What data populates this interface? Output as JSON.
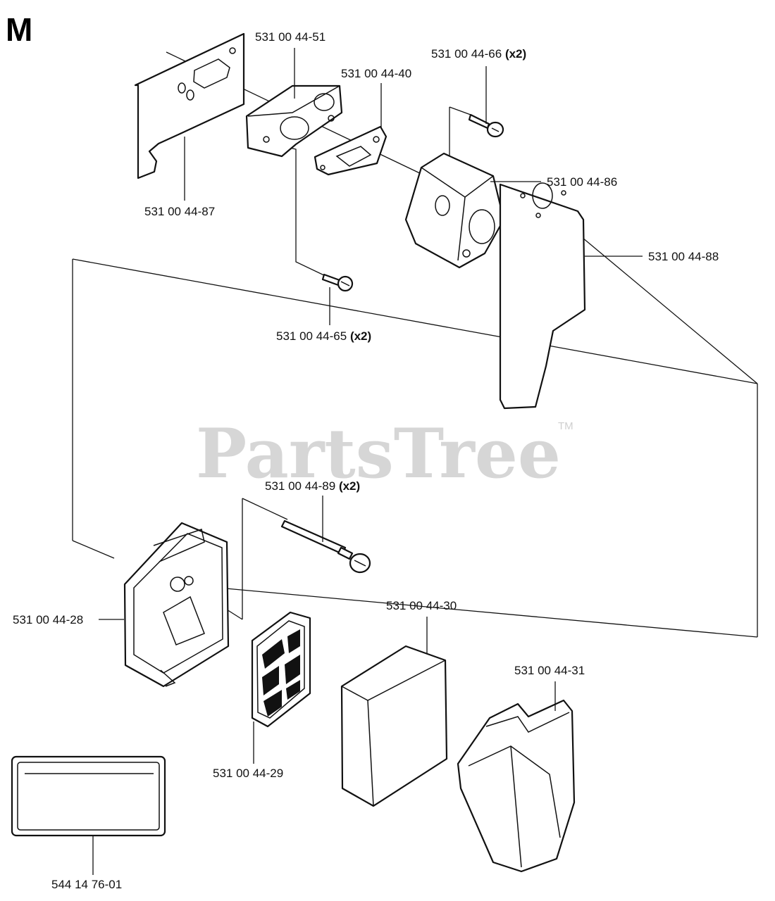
{
  "section_letter": "M",
  "watermark": {
    "text": "PartsTree",
    "trademark": "TM"
  },
  "parts": [
    {
      "id": "p51",
      "number": "531 00 44-51",
      "qty": ""
    },
    {
      "id": "p40",
      "number": "531 00 44-40",
      "qty": ""
    },
    {
      "id": "p66",
      "number": "531 00 44-66",
      "qty": "(x2)"
    },
    {
      "id": "p86",
      "number": "531 00 44-86",
      "qty": ""
    },
    {
      "id": "p87",
      "number": "531 00 44-87",
      "qty": ""
    },
    {
      "id": "p88",
      "number": "531 00 44-88",
      "qty": ""
    },
    {
      "id": "p65",
      "number": "531 00 44-65",
      "qty": "(x2)"
    },
    {
      "id": "p89",
      "number": "531 00 44-89",
      "qty": "(x2)"
    },
    {
      "id": "p28",
      "number": "531 00 44-28",
      "qty": ""
    },
    {
      "id": "p30",
      "number": "531 00 44-30",
      "qty": ""
    },
    {
      "id": "p31",
      "number": "531 00 44-31",
      "qty": ""
    },
    {
      "id": "p29",
      "number": "531 00 44-29",
      "qty": ""
    },
    {
      "id": "p01",
      "number": "544 14 76-01",
      "qty": ""
    }
  ]
}
